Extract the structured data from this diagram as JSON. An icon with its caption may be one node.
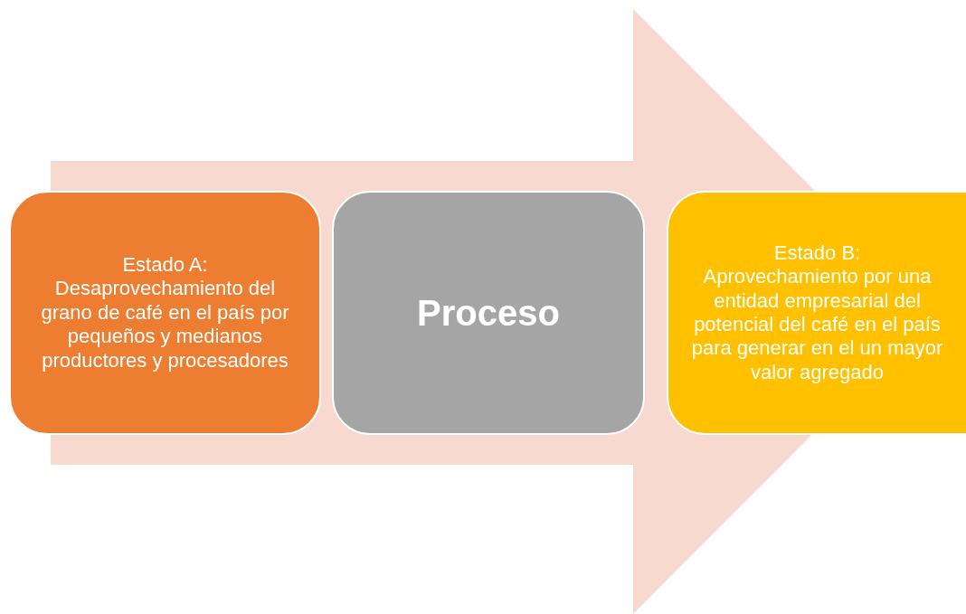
{
  "diagram": {
    "nodes": [
      {
        "text": [
          "Estado A:",
          "Desaprovechamiento del grano de café en el país por pequeños y medianos productores y procesadores"
        ]
      },
      {
        "text": [
          "Proceso"
        ]
      },
      {
        "text": [
          "Estado B:",
          "Aprovechamiento por una entidad empresarial del potencial del café en el país para generar en el un mayor valor agregado"
        ]
      }
    ],
    "edges": [
      {
        "from": 0,
        "to": 2,
        "arrow": "to"
      }
    ]
  }
}
